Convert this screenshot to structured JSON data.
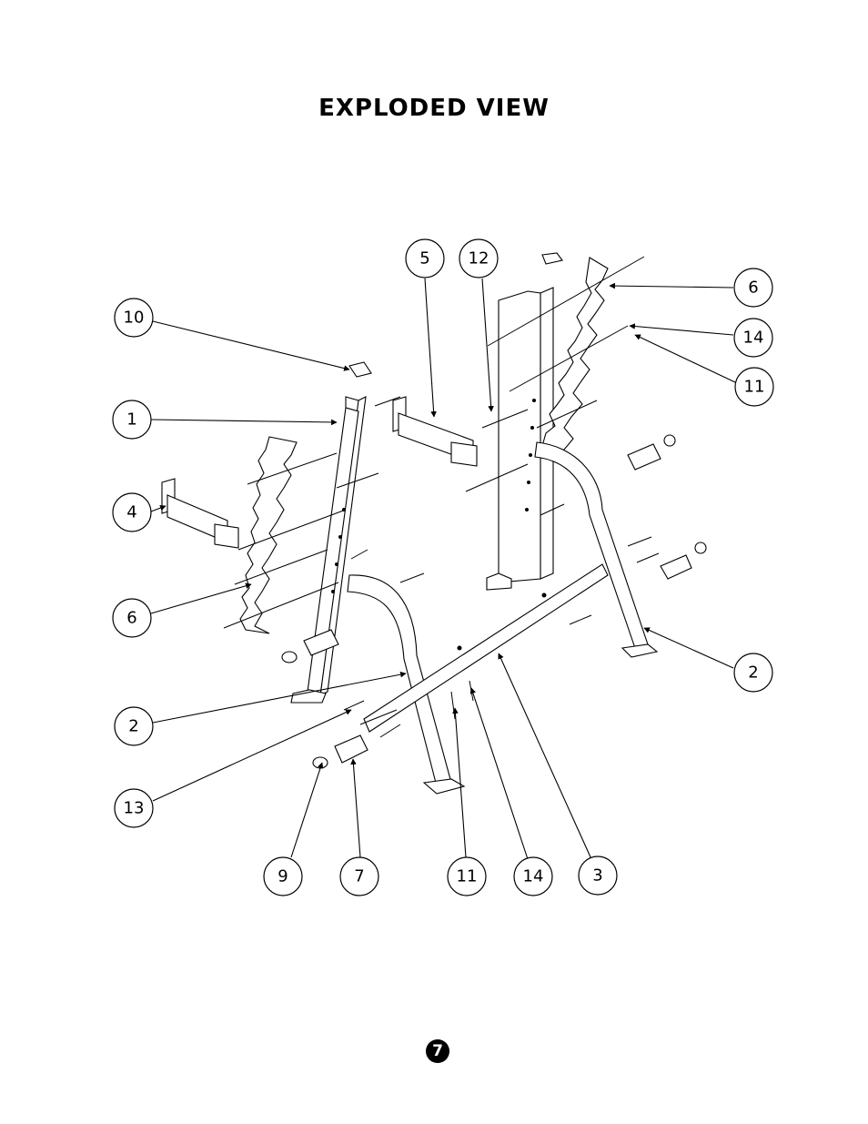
{
  "title": "EXPLODED VIEW",
  "page_number": "7",
  "callouts": {
    "c5": "5",
    "c12": "12",
    "c6_top": "6",
    "c10": "10",
    "c14_top": "14",
    "c11_top": "11",
    "c1": "1",
    "c4": "4",
    "c6_left": "6",
    "c2_right": "2",
    "c2_left": "2",
    "c13": "13",
    "c9": "9",
    "c7": "7",
    "c11_bottom": "11",
    "c14_bottom": "14",
    "c3": "3"
  }
}
